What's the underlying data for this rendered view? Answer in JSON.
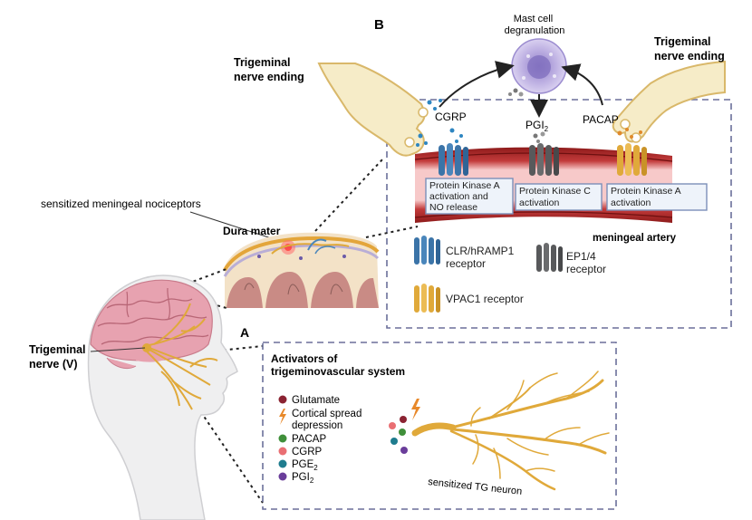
{
  "panel_b": {
    "letter": "B",
    "left_ending": [
      "Trigeminal",
      "nerve ending"
    ],
    "right_ending": [
      "Trigeminal",
      "nerve ending"
    ],
    "mast_cell": [
      "Mast cell",
      "degranulation"
    ],
    "neuropeptides": {
      "cgrp": "CGRP",
      "pgi_base": "PGI",
      "pgi_sub": "2",
      "pacap": "PACAP"
    },
    "pathway_boxes": [
      [
        "Protein Kinase A",
        "activation and",
        "NO release"
      ],
      [
        "Protein Kinase C",
        "activation"
      ],
      [
        "Protein Kinase A",
        "activation"
      ]
    ],
    "artery_label": "meningeal artery",
    "receptors": [
      {
        "lines": [
          "CLR/hRAMP1",
          "receptor"
        ],
        "color": "#3b74a8"
      },
      {
        "lines": [
          "EP1/4",
          "receptor"
        ],
        "color": "#58595b"
      },
      {
        "lines": [
          "VPAC1 receptor"
        ],
        "color": "#e0a93a"
      }
    ]
  },
  "anatomy": {
    "nociceptors_label": "sensitized meningeal nociceptors",
    "dura_label": "Dura mater",
    "trigeminal_nerve": [
      "Trigeminal",
      "nerve (V)"
    ]
  },
  "panel_a": {
    "letter": "A",
    "title": [
      "Activators of",
      "trigeminovascular system"
    ],
    "legend": [
      {
        "label": [
          "Glutamate"
        ],
        "color": "#8b2332"
      },
      {
        "label": [
          "Cortical spread",
          "depression"
        ],
        "color": "#e8892a",
        "icon": "lightning"
      },
      {
        "label": [
          "PACAP"
        ],
        "color": "#3f8f3a"
      },
      {
        "label": [
          "CGRP"
        ],
        "color": "#e96f73"
      },
      {
        "label": [
          "PGE",
          "2"
        ],
        "color": "#1f7c8e"
      },
      {
        "label": [
          "PGI",
          "2"
        ],
        "color": "#6a3d9a"
      }
    ],
    "neuron_label": "sensitized TG neuron"
  },
  "colors": {
    "nerve": "#f6ecc8",
    "nerve_edge": "#d9b86a",
    "artery_outer": "#8e1b1b",
    "artery_inner": "#f7c9c9",
    "dashed_box": "#6b6f9a",
    "mast_cell": "#c9bfe6"
  }
}
